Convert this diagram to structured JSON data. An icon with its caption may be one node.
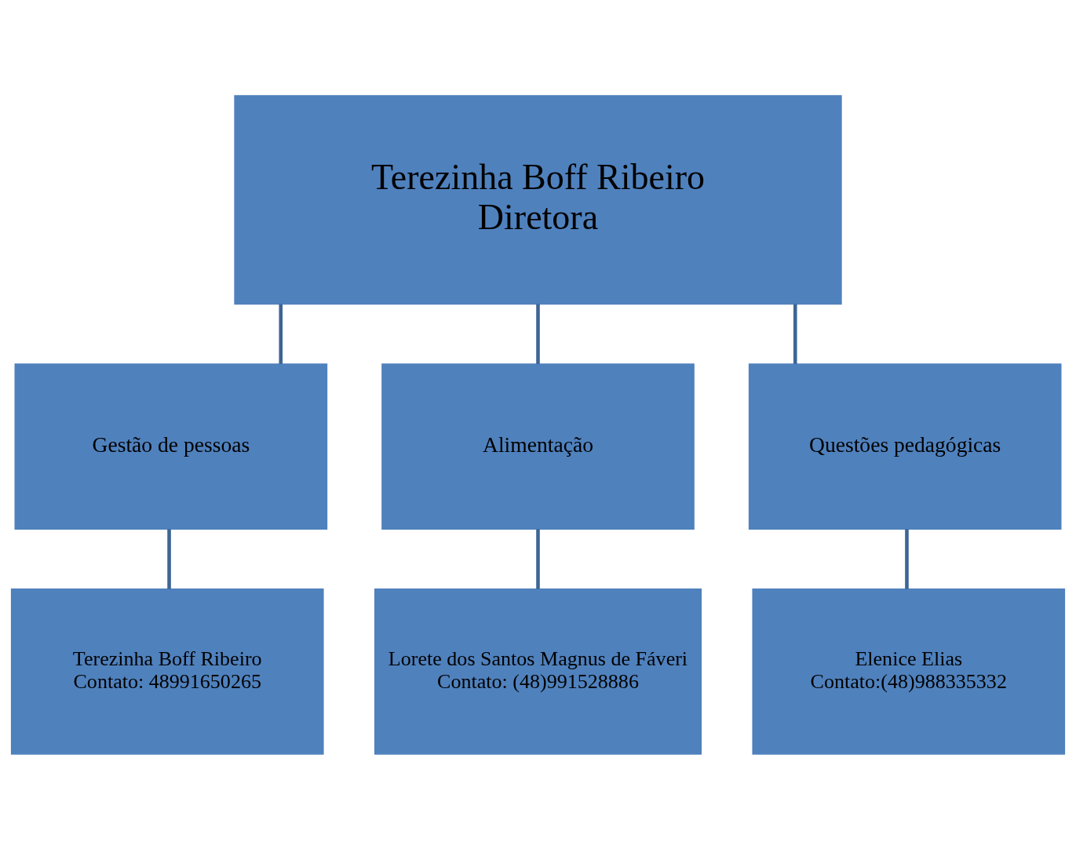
{
  "diagram": {
    "nodes": [
      {
        "text": [
          "Terezinha Boff Ribeiro",
          "Diretora"
        ]
      },
      {
        "text": [
          "Gestão de pessoas"
        ]
      },
      {
        "text": [
          "Alimentação"
        ]
      },
      {
        "text": [
          "Questões pedagógicas"
        ]
      },
      {
        "text": [
          "Terezinha Boff Ribeiro",
          "Contato: 48991650265"
        ]
      },
      {
        "text": [
          "Lorete dos Santos Magnus de Fáveri",
          "Contato: (48)991528886"
        ]
      },
      {
        "text": [
          "Elenice Elias",
          "Contato:(48)988335332"
        ]
      }
    ],
    "edges": [
      {
        "from": 0,
        "to": 1,
        "arrow": "none"
      },
      {
        "from": 0,
        "to": 2,
        "arrow": "none"
      },
      {
        "from": 0,
        "to": 3,
        "arrow": "none"
      },
      {
        "from": 1,
        "to": 4,
        "arrow": "none"
      },
      {
        "from": 2,
        "to": 5,
        "arrow": "none"
      },
      {
        "from": 3,
        "to": 6,
        "arrow": "none"
      }
    ]
  }
}
